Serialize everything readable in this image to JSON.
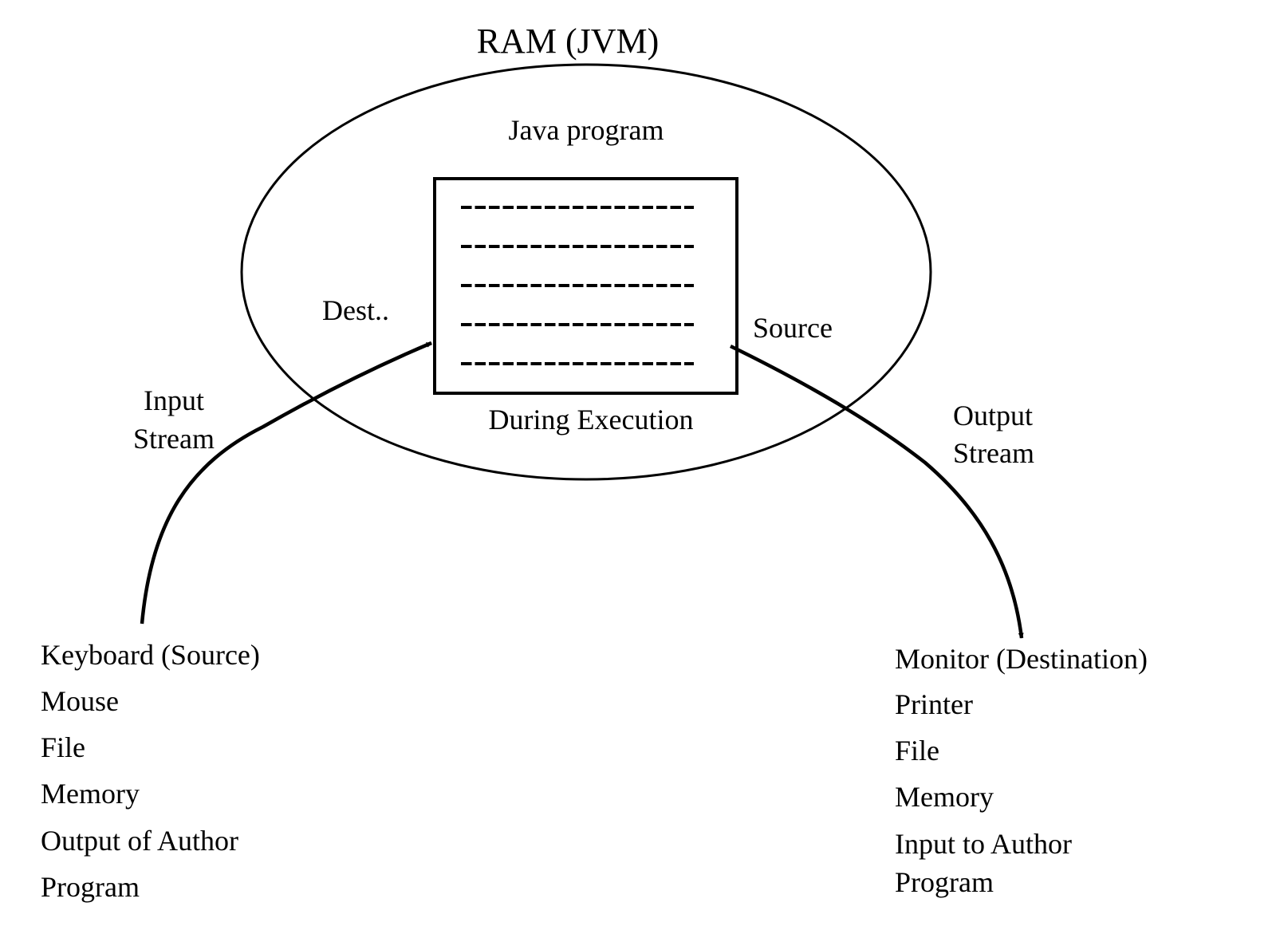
{
  "title": "RAM (JVM)",
  "program": {
    "label": "Java program",
    "caption": "During Execution",
    "code_lines": [
      "-----------------",
      "-----------------",
      "-----------------",
      "-----------------",
      "-----------------"
    ],
    "dest_label": "Dest..",
    "source_label": "Source"
  },
  "input_stream": {
    "line1": "Input",
    "line2": "Stream"
  },
  "output_stream": {
    "line1": "Output",
    "line2": "Stream"
  },
  "sources": [
    "Keyboard (Source)",
    "Mouse",
    "File",
    "Memory",
    "Output of Author",
    "Program"
  ],
  "destinations": [
    "Monitor (Destination)",
    "Printer",
    "File",
    "Memory",
    "Input to Author",
    "Program"
  ],
  "colors": {
    "ink": "#000000",
    "background": "#ffffff"
  }
}
